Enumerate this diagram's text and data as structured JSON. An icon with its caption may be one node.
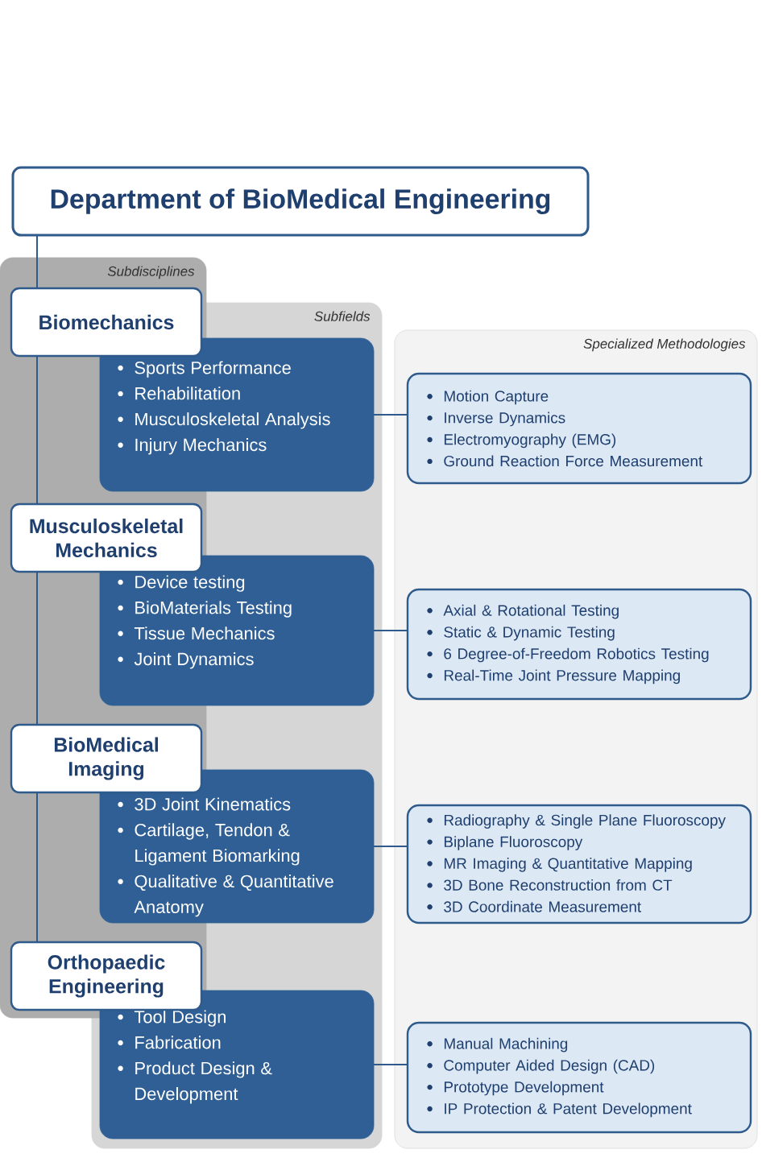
{
  "diagram": {
    "nodes": [
      {
        "text": [
          "Department of BioMedical Engineering"
        ]
      },
      {
        "text": [
          "Subdisciplines"
        ]
      },
      {
        "text": [
          "Subfields"
        ]
      },
      {
        "text": [
          "Specialized Methodologies"
        ]
      },
      {
        "text": [
          "Biomechanics"
        ],
        "in": 1
      },
      {
        "text": [
          "Sports Performance",
          "Rehabilitation",
          "Musculoskeletal Analysis",
          "Injury Mechanics"
        ],
        "in": 2
      },
      {
        "text": [
          "Motion Capture",
          "Inverse Dynamics",
          "Electromyography (EMG)",
          "Ground Reaction Force Measurement"
        ],
        "in": 3
      },
      {
        "text": [
          "Musculoskeletal Mechanics"
        ],
        "in": 1
      },
      {
        "text": [
          "Device testing",
          "BioMaterials Testing",
          "Tissue Mechanics",
          "Joint Dynamics"
        ],
        "in": 2
      },
      {
        "text": [
          "Axial & Rotational Testing",
          "Static & Dynamic Testing",
          "6 Degree-of-Freedom Robotics Testing",
          "Real-Time Joint Pressure Mapping"
        ],
        "in": 3
      },
      {
        "text": [
          "BioMedical Imaging"
        ],
        "in": 1
      },
      {
        "text": [
          "3D Joint Kinematics",
          "Cartilage, Tendon & Ligament Biomarking",
          "Qualitative & Quantitative Anatomy"
        ],
        "in": 2
      },
      {
        "text": [
          "Radiography & Single Plane Fluoroscopy",
          "Biplane Fluoroscopy",
          "MR Imaging & Quantitative Mapping",
          "3D Bone Reconstruction from CT",
          "3D Coordinate Measurement"
        ],
        "in": 3
      },
      {
        "text": [
          "Orthopaedic Engineering"
        ],
        "in": 1
      },
      {
        "text": [
          "Tool Design",
          "Fabrication",
          "Product Design & Development"
        ],
        "in": 2
      },
      {
        "text": [
          "Manual Machining",
          "Computer Aided Design (CAD)",
          "Prototype Development",
          "IP Protection & Patent Development"
        ],
        "in": 3
      }
    ],
    "edges": [
      {
        "from": 0,
        "to": 4,
        "arrow": "none"
      },
      {
        "from": 4,
        "to": 7,
        "arrow": "none"
      },
      {
        "from": 7,
        "to": 10,
        "arrow": "none"
      },
      {
        "from": 10,
        "to": 13,
        "arrow": "none"
      },
      {
        "from": 5,
        "to": 6,
        "arrow": "none"
      },
      {
        "from": 8,
        "to": 9,
        "arrow": "none"
      },
      {
        "from": 11,
        "to": 12,
        "arrow": "none"
      },
      {
        "from": 14,
        "to": 15,
        "arrow": "none"
      }
    ]
  }
}
